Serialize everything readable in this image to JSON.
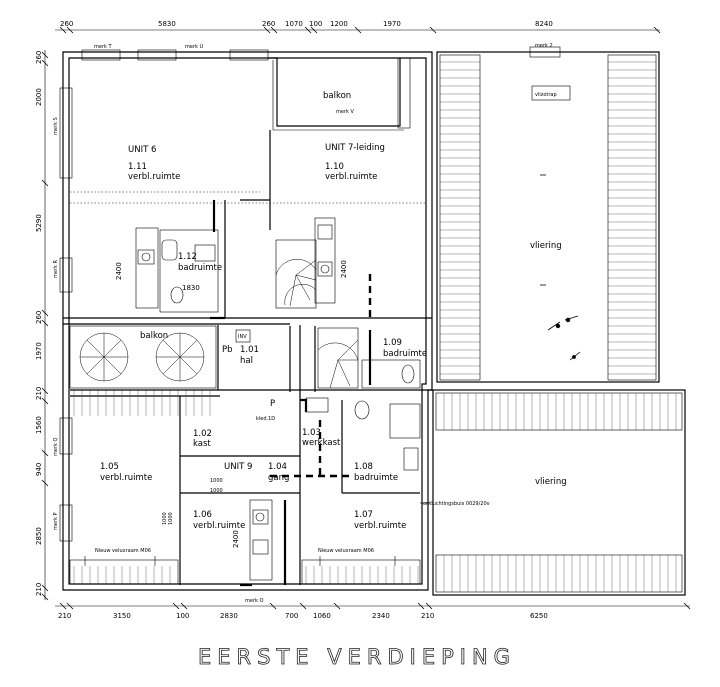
{
  "title": "EERSTE VERDIEPING",
  "dims_top": [
    "260",
    "5830",
    "260",
    "1070",
    "100",
    "1200",
    "1970",
    "8240"
  ],
  "dims_bottom": [
    "210",
    "3150",
    "100",
    "2830",
    "700",
    "1060",
    "2340",
    "210",
    "6250"
  ],
  "dims_left": [
    "260",
    "2000",
    "5290",
    "260",
    "1970",
    "210",
    "1560",
    "940",
    "2850",
    "210"
  ],
  "dims_inner": [
    "2400",
    "2400",
    "2400",
    "1830",
    "1000",
    "1000",
    "1000",
    "1000"
  ],
  "rooms": [
    {
      "name": "UNIT 6"
    },
    {
      "name": "1.11"
    },
    {
      "name": "verbl.ruimte"
    },
    {
      "name": "UNIT 7-leiding"
    },
    {
      "name": "1.10"
    },
    {
      "name": "verbl.ruimte"
    },
    {
      "name": "balkon"
    },
    {
      "name": "1.12"
    },
    {
      "name": "badruimte"
    },
    {
      "name": "balkon"
    },
    {
      "name": "Pb"
    },
    {
      "name": "1.01"
    },
    {
      "name": "hal"
    },
    {
      "name": "1.09"
    },
    {
      "name": "badruimte"
    },
    {
      "name": "1.02"
    },
    {
      "name": "kast"
    },
    {
      "name": "1.03"
    },
    {
      "name": "werkkast"
    },
    {
      "name": "UNIT 9"
    },
    {
      "name": "1.04"
    },
    {
      "name": "gang"
    },
    {
      "name": "1.08"
    },
    {
      "name": "badruimte"
    },
    {
      "name": "1.05"
    },
    {
      "name": "verbl.ruimte"
    },
    {
      "name": "1.06"
    },
    {
      "name": "verbl.ruimte"
    },
    {
      "name": "1.07"
    },
    {
      "name": "verbl.ruimte"
    },
    {
      "name": "vliering"
    },
    {
      "name": "vliering"
    },
    {
      "name": "P"
    }
  ],
  "small_labels": [
    "merk T",
    "merk U",
    "merk V",
    "merk 2",
    "merk S",
    "merk R",
    "merk P",
    "merk Q",
    "merk O",
    "vlizotrap",
    "Nieuw veluxraam M06",
    "Nieuw veluxraam M06",
    "ontluchtingsbuis 0029/20v",
    "1830",
    "1000",
    "1000",
    "INV",
    "kled.1D"
  ],
  "colors": {
    "ink": "#000000",
    "background": "#ffffff"
  }
}
